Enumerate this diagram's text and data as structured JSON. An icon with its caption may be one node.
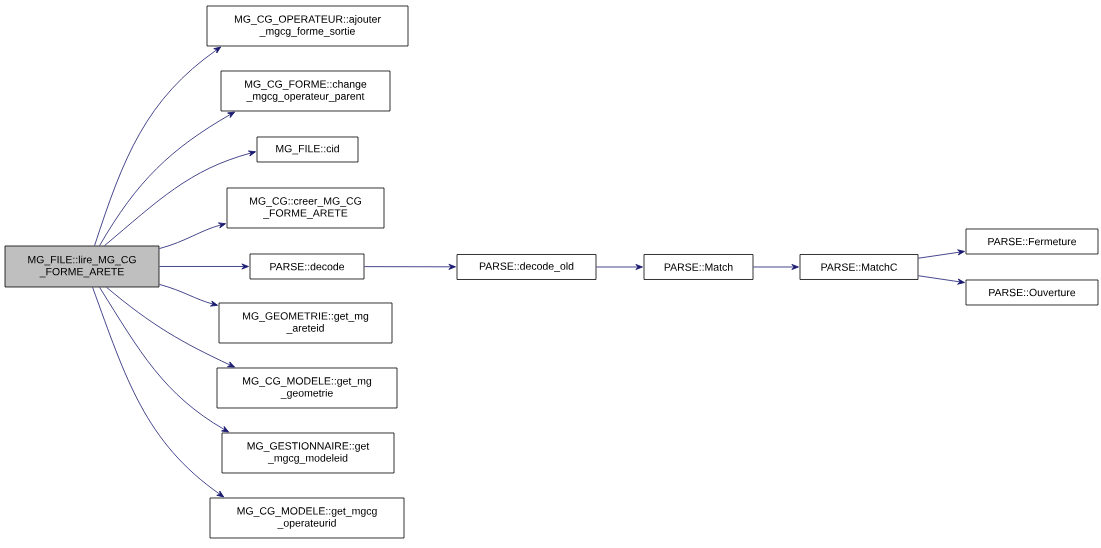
{
  "diagram": {
    "nodes": [
      {
        "text": [
          "MG_FILE::lire_MG_CG _FORME_ARETE"
        ]
      },
      {
        "text": [
          "MG_CG_OPERATEUR::ajouter _mgcg_forme_sortie"
        ]
      },
      {
        "text": [
          "MG_CG_FORME::change _mgcg_operateur_parent"
        ]
      },
      {
        "text": [
          "MG_FILE::cid"
        ]
      },
      {
        "text": [
          "MG_CG::creer_MG_CG _FORME_ARETE"
        ]
      },
      {
        "text": [
          "PARSE::decode"
        ]
      },
      {
        "text": [
          "MG_GEOMETRIE::get_mg _areteid"
        ]
      },
      {
        "text": [
          "MG_CG_MODELE::get_mg _geometrie"
        ]
      },
      {
        "text": [
          "MG_GESTIONNAIRE::get _mgcg_modeleid"
        ]
      },
      {
        "text": [
          "MG_CG_MODELE::get_mgcg _operateurid"
        ]
      },
      {
        "text": [
          "PARSE::decode_old"
        ]
      },
      {
        "text": [
          "PARSE::Match"
        ]
      },
      {
        "text": [
          "PARSE::MatchC"
        ]
      },
      {
        "text": [
          "PARSE::Fermeture"
        ]
      },
      {
        "text": [
          "PARSE::Ouverture"
        ]
      }
    ],
    "edges": [
      {
        "from": 0,
        "to": 1,
        "arrow": "to"
      },
      {
        "from": 0,
        "to": 2,
        "arrow": "to"
      },
      {
        "from": 0,
        "to": 3,
        "arrow": "to"
      },
      {
        "from": 0,
        "to": 4,
        "arrow": "to"
      },
      {
        "from": 0,
        "to": 5,
        "arrow": "to"
      },
      {
        "from": 0,
        "to": 6,
        "arrow": "to"
      },
      {
        "from": 0,
        "to": 7,
        "arrow": "to"
      },
      {
        "from": 0,
        "to": 8,
        "arrow": "to"
      },
      {
        "from": 0,
        "to": 9,
        "arrow": "to"
      },
      {
        "from": 5,
        "to": 10,
        "arrow": "to"
      },
      {
        "from": 10,
        "to": 11,
        "arrow": "to"
      },
      {
        "from": 11,
        "to": 12,
        "arrow": "to"
      },
      {
        "from": 12,
        "to": 13,
        "arrow": "to"
      },
      {
        "from": 12,
        "to": 14,
        "arrow": "to"
      }
    ]
  }
}
